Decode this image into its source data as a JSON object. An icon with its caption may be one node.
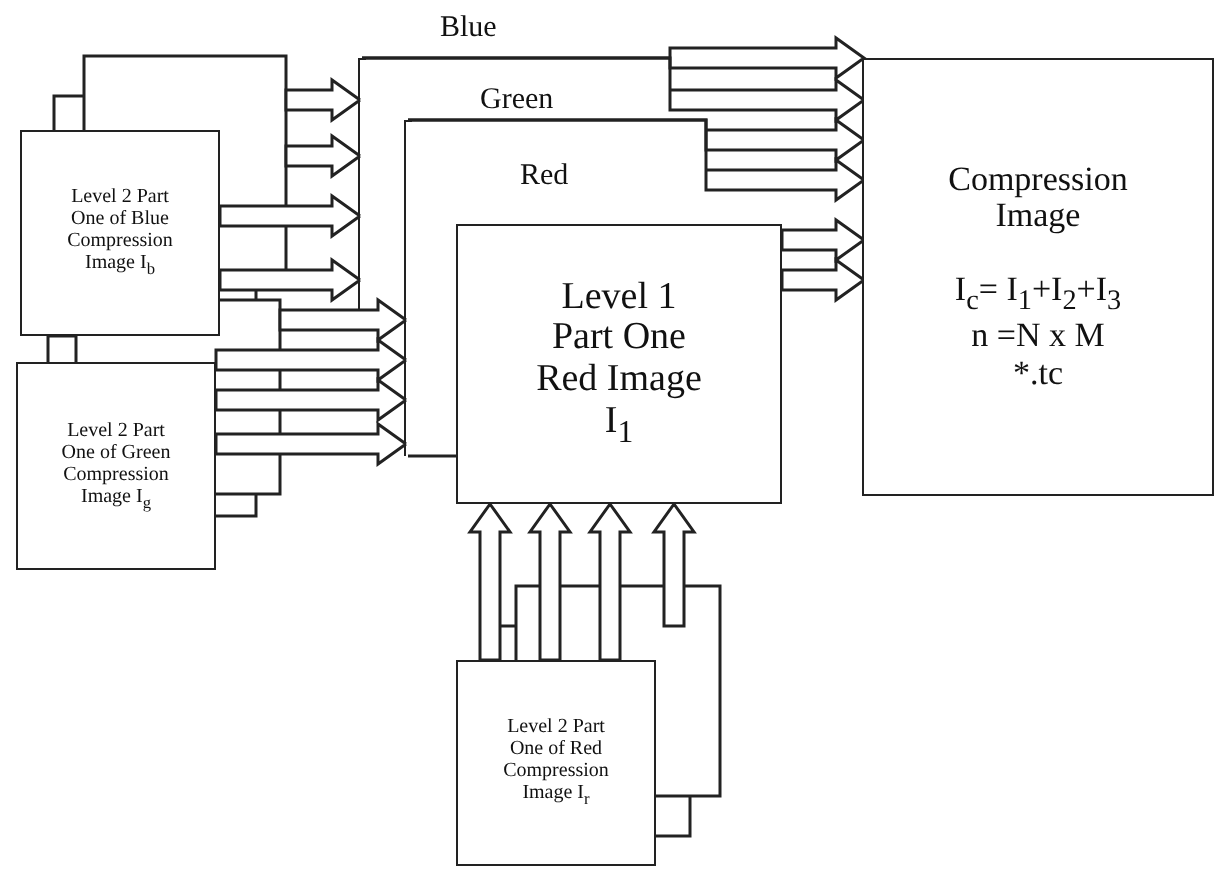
{
  "diagram": {
    "nodes": [
      {
        "text": [
          "Level 2 Part One of Blue Compression Image I$_{b}$"
        ]
      },
      {
        "text": [
          "Level 2 Part One of Green Compression Image I$_{g}$"
        ]
      },
      {
        "text": [],
        "shape": "bar"
      },
      {
        "text": [],
        "shape": "bar"
      },
      {
        "text": [
          "Level 1 Part One Red Image I$_{1}$"
        ]
      },
      {
        "text": [
          "Level 2 Part One of Red Compression Image I$_{r}$"
        ]
      },
      {
        "text": [
          "Compression Image",
          "I$_{c}$= I$_{1}$+I$_{2}$+I$_{3}$",
          "n =N x M",
          "*.tc"
        ]
      }
    ],
    "edges": [
      {
        "from": 0,
        "to": 2,
        "arrow": "to"
      },
      {
        "from": 0,
        "to": 2,
        "arrow": "to"
      },
      {
        "from": 0,
        "to": 2,
        "arrow": "to"
      },
      {
        "from": 0,
        "to": 2,
        "arrow": "to"
      },
      {
        "from": 1,
        "to": 3,
        "arrow": "to"
      },
      {
        "from": 1,
        "to": 3,
        "arrow": "to"
      },
      {
        "from": 1,
        "to": 3,
        "arrow": "to"
      },
      {
        "from": 1,
        "to": 3,
        "arrow": "to"
      },
      {
        "from": 3,
        "to": 4,
        "arrow": "none"
      },
      {
        "from": 5,
        "to": 4,
        "arrow": "to"
      },
      {
        "from": 5,
        "to": 4,
        "arrow": "to"
      },
      {
        "from": 5,
        "to": 4,
        "arrow": "to"
      },
      {
        "from": 5,
        "to": 4,
        "arrow": "to"
      },
      {
        "from": 2,
        "to": 6,
        "arrow": "to"
      },
      {
        "from": 2,
        "to": 6,
        "arrow": "to"
      },
      {
        "from": 3,
        "to": 6,
        "arrow": "to"
      },
      {
        "from": 3,
        "to": 6,
        "arrow": "to"
      },
      {
        "from": 4,
        "to": 6,
        "arrow": "to"
      },
      {
        "from": 4,
        "to": 6,
        "arrow": "to"
      }
    ],
    "labels": [
      "Blue",
      "Green",
      "Red"
    ]
  }
}
